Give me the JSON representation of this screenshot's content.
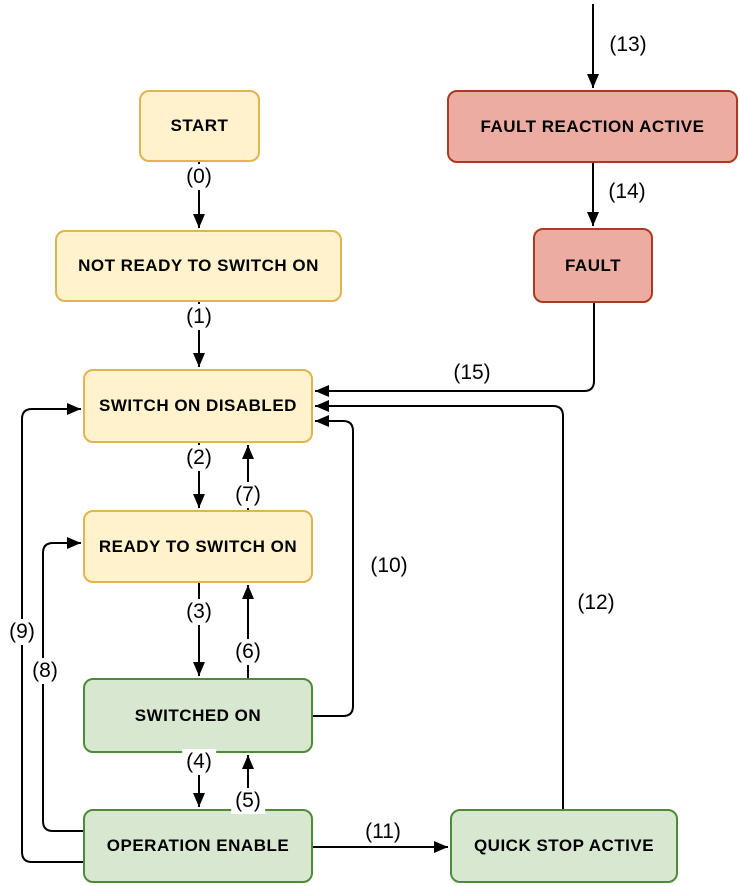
{
  "states": {
    "start": {
      "label": "START"
    },
    "fault_reaction_active": {
      "label": "FAULT REACTION ACTIVE"
    },
    "not_ready_to_switch_on": {
      "label": "NOT READY TO SWITCH ON"
    },
    "fault": {
      "label": "FAULT"
    },
    "switch_on_disabled": {
      "label": "SWITCH ON DISABLED"
    },
    "ready_to_switch_on": {
      "label": "READY TO SWITCH ON"
    },
    "switched_on": {
      "label": "SWITCHED ON"
    },
    "operation_enable": {
      "label": "OPERATION ENABLE"
    },
    "quick_stop_active": {
      "label": "QUICK STOP ACTIVE"
    }
  },
  "transitions": {
    "t0": {
      "label": "(0)"
    },
    "t1": {
      "label": "(1)"
    },
    "t2": {
      "label": "(2)"
    },
    "t3": {
      "label": "(3)"
    },
    "t4": {
      "label": "(4)"
    },
    "t5": {
      "label": "(5)"
    },
    "t6": {
      "label": "(6)"
    },
    "t7": {
      "label": "(7)"
    },
    "t8": {
      "label": "(8)"
    },
    "t9": {
      "label": "(9)"
    },
    "t10": {
      "label": "(10)"
    },
    "t11": {
      "label": "(11)"
    },
    "t12": {
      "label": "(12)"
    },
    "t13": {
      "label": "(13)"
    },
    "t14": {
      "label": "(14)"
    },
    "t15": {
      "label": "(15)"
    }
  },
  "colors": {
    "yellow_fill": "#FFF2CC",
    "yellow_border": "#E0B44E",
    "green_fill": "#D7E7D0",
    "green_border": "#4F8A38",
    "red_fill": "#ECACA1",
    "red_border": "#AA3B22",
    "line": "#000000"
  }
}
